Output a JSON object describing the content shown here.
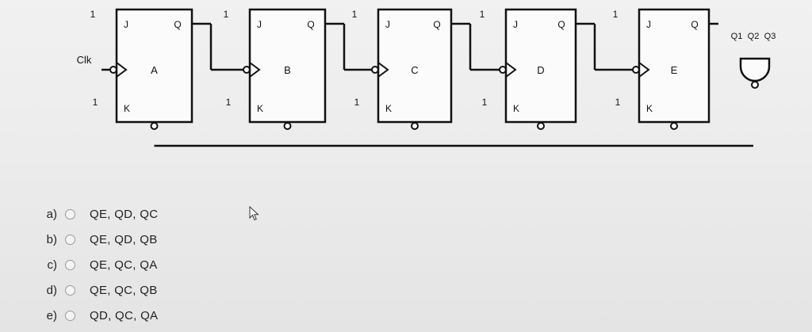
{
  "circuit": {
    "clock_label": "Clk",
    "input_value": "1",
    "flipflops": [
      {
        "name": "A",
        "j_label": "J",
        "k_label": "K",
        "q_label": "Q"
      },
      {
        "name": "B",
        "j_label": "J",
        "k_label": "K",
        "q_label": "Q"
      },
      {
        "name": "C",
        "j_label": "J",
        "k_label": "K",
        "q_label": "Q"
      },
      {
        "name": "D",
        "j_label": "J",
        "k_label": "K",
        "q_label": "Q"
      },
      {
        "name": "E",
        "j_label": "J",
        "k_label": "K",
        "q_label": "Q"
      }
    ],
    "gate_inputs": [
      "Q1",
      "Q2",
      "Q3"
    ]
  },
  "options": [
    {
      "letter": "a)",
      "text": "QE, QD, QC"
    },
    {
      "letter": "b)",
      "text": "QE, QD, QB"
    },
    {
      "letter": "c)",
      "text": "QE, QC, QA"
    },
    {
      "letter": "d)",
      "text": "QE, QC, QB"
    },
    {
      "letter": "e)",
      "text": "QD, QC, QA"
    }
  ]
}
